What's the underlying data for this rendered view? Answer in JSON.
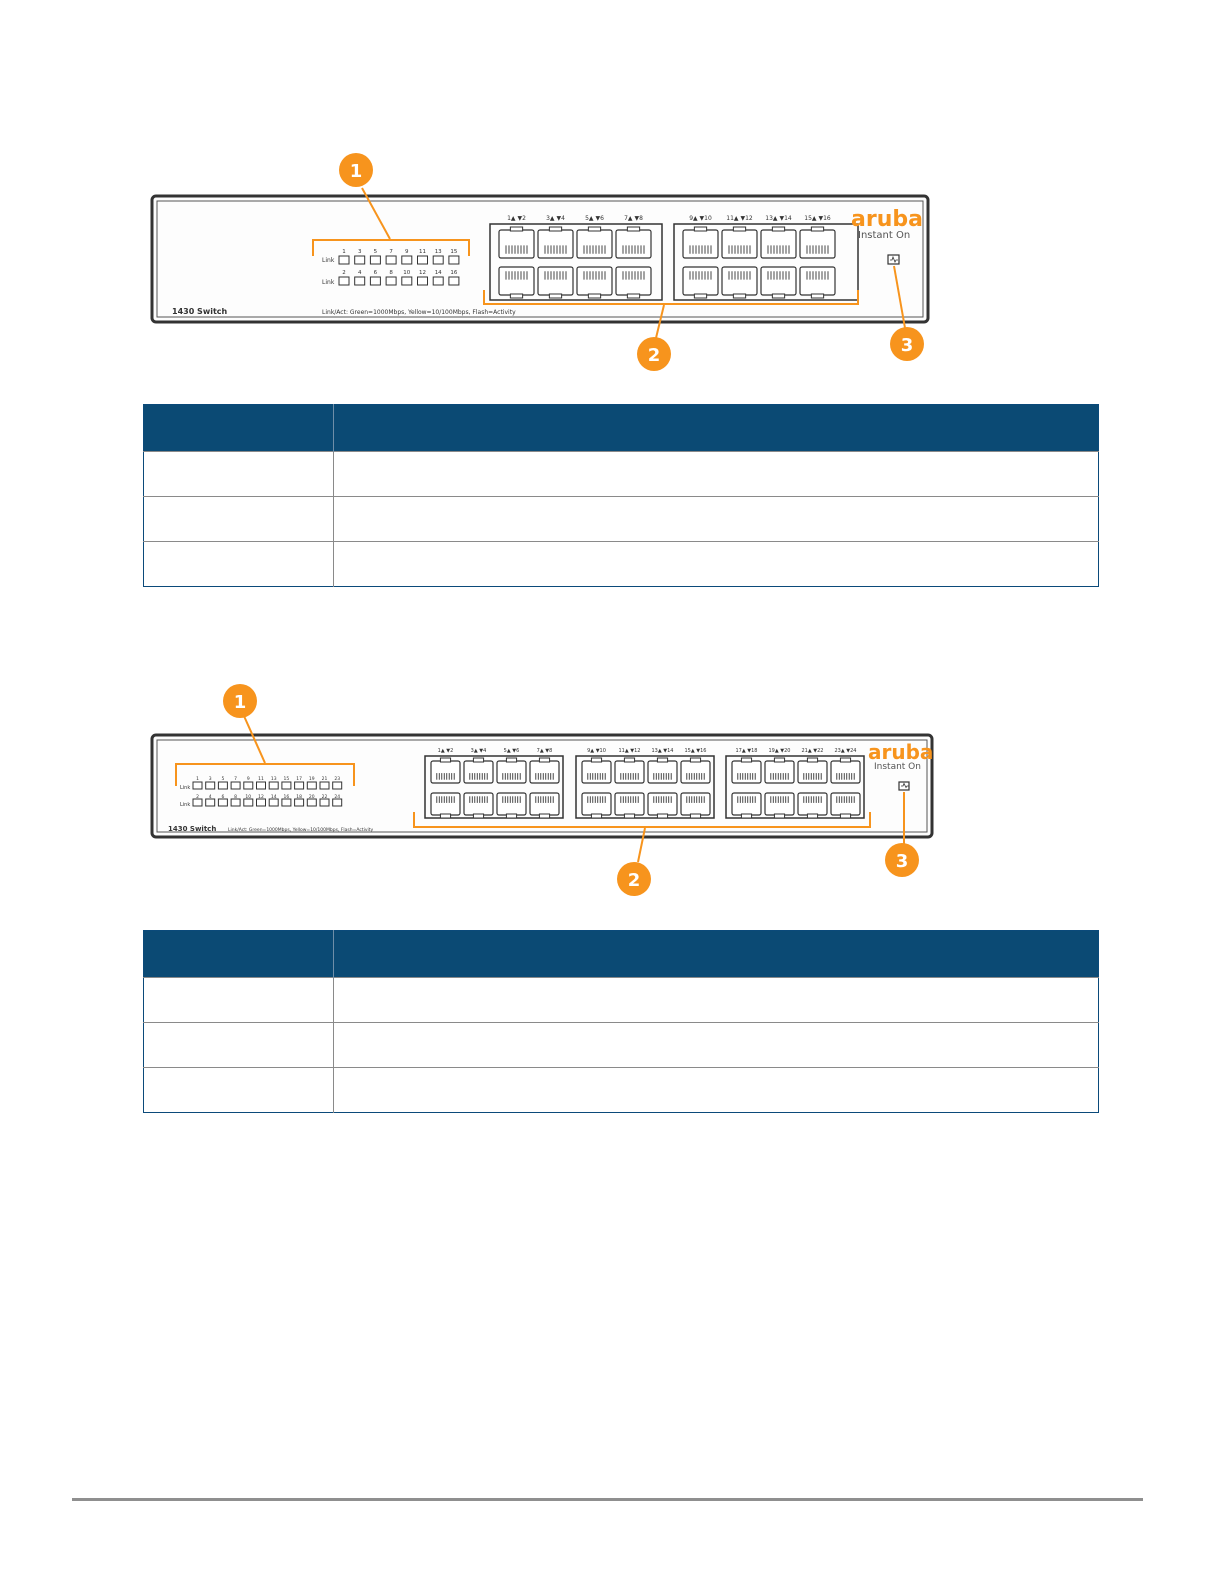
{
  "colors": {
    "callout": "#f7941d",
    "bracket": "#f7941d",
    "header_bg": "#0b4a74",
    "chassis": "#333333",
    "aruba_orange": "#f7941d"
  },
  "switch16": {
    "model_label": "1430 Switch",
    "led_legend": "Link/Act: Green=1000Mbps, Yellow=10/100Mbps, Flash=Activity",
    "link_label": "Link",
    "led_top_numbers": [
      "1",
      "3",
      "5",
      "7",
      "9",
      "11",
      "13",
      "15"
    ],
    "led_bottom_numbers": [
      "2",
      "4",
      "6",
      "8",
      "10",
      "12",
      "14",
      "16"
    ],
    "port_labels": [
      "1▲ ▼2",
      "3▲ ▼4",
      "5▲ ▼6",
      "7▲ ▼8",
      "9▲ ▼10",
      "11▲ ▼12",
      "13▲ ▼14",
      "15▲ ▼16"
    ],
    "brand": "aruba",
    "brand_sub": "Instant On",
    "callouts": [
      "1",
      "2",
      "3"
    ]
  },
  "table1": {
    "rows": [
      [
        "",
        ""
      ],
      [
        "",
        ""
      ],
      [
        "",
        ""
      ]
    ]
  },
  "switch24": {
    "model_label": "1430 Switch",
    "led_legend": "Link/Act: Green=1000Mbps, Yellow=10/100Mbps, Flash=Activity",
    "link_label": "Link",
    "led_top_numbers": [
      "1",
      "3",
      "5",
      "7",
      "9",
      "11",
      "13",
      "15",
      "17",
      "19",
      "21",
      "23"
    ],
    "led_bottom_numbers": [
      "2",
      "4",
      "6",
      "8",
      "10",
      "12",
      "14",
      "16",
      "18",
      "20",
      "22",
      "24"
    ],
    "port_labels": [
      "1▲ ▼2",
      "3▲ ▼4",
      "5▲ ▼6",
      "7▲ ▼8",
      "9▲ ▼10",
      "11▲ ▼12",
      "13▲ ▼14",
      "15▲ ▼16",
      "17▲ ▼18",
      "19▲ ▼20",
      "21▲ ▼22",
      "23▲ ▼24"
    ],
    "brand": "aruba",
    "brand_sub": "Instant On",
    "callouts": [
      "1",
      "2",
      "3"
    ]
  },
  "table2": {
    "rows": [
      [
        "",
        ""
      ],
      [
        "",
        ""
      ],
      [
        "",
        ""
      ]
    ]
  }
}
